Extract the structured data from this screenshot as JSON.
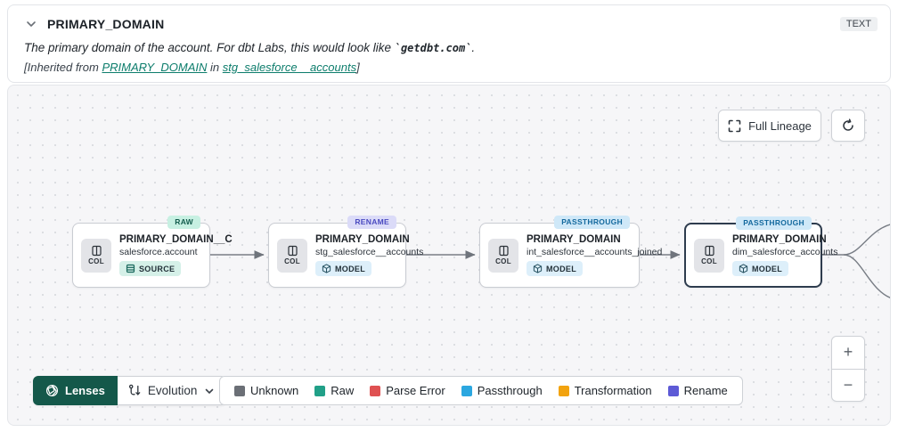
{
  "header": {
    "title": "PRIMARY_DOMAIN",
    "type_badge": "TEXT",
    "description_prefix": "The primary domain of the account. For dbt Labs, this would look like ",
    "description_code": "`getdbt.com`",
    "description_suffix": ".",
    "inherited_prefix": "[Inherited from ",
    "inherited_link_column": "PRIMARY_DOMAIN",
    "inherited_middle": " in ",
    "inherited_link_model": "stg_salesforce__accounts",
    "inherited_suffix": "]"
  },
  "canvas": {
    "full_lineage_label": "Full Lineage",
    "zoom_in_label": "+",
    "zoom_out_label": "−",
    "lenses_label": "Lenses",
    "lens_selected": "Evolution",
    "nodes": [
      {
        "name": "PRIMARY_DOMAIN__C",
        "resource": "salesforce.account",
        "kind": "SOURCE",
        "badge": "RAW",
        "col_label": "COL"
      },
      {
        "name": "PRIMARY_DOMAIN",
        "resource": "stg_salesforce__accounts",
        "kind": "MODEL",
        "badge": "RENAME",
        "col_label": "COL"
      },
      {
        "name": "PRIMARY_DOMAIN",
        "resource": "int_salesforce__accounts_joined",
        "kind": "MODEL",
        "badge": "PASSTHROUGH",
        "col_label": "COL"
      },
      {
        "name": "PRIMARY_DOMAIN",
        "resource": "dim_salesforce_accounts",
        "kind": "MODEL",
        "badge": "PASSTHROUGH",
        "col_label": "COL"
      }
    ],
    "legend": [
      {
        "label": "Unknown",
        "color": "#6b6f76"
      },
      {
        "label": "Raw",
        "color": "#21a088"
      },
      {
        "label": "Parse Error",
        "color": "#df5152"
      },
      {
        "label": "Passthrough",
        "color": "#2ba7e0"
      },
      {
        "label": "Transformation",
        "color": "#f2a30f"
      },
      {
        "label": "Rename",
        "color": "#5d5ad6"
      }
    ]
  }
}
